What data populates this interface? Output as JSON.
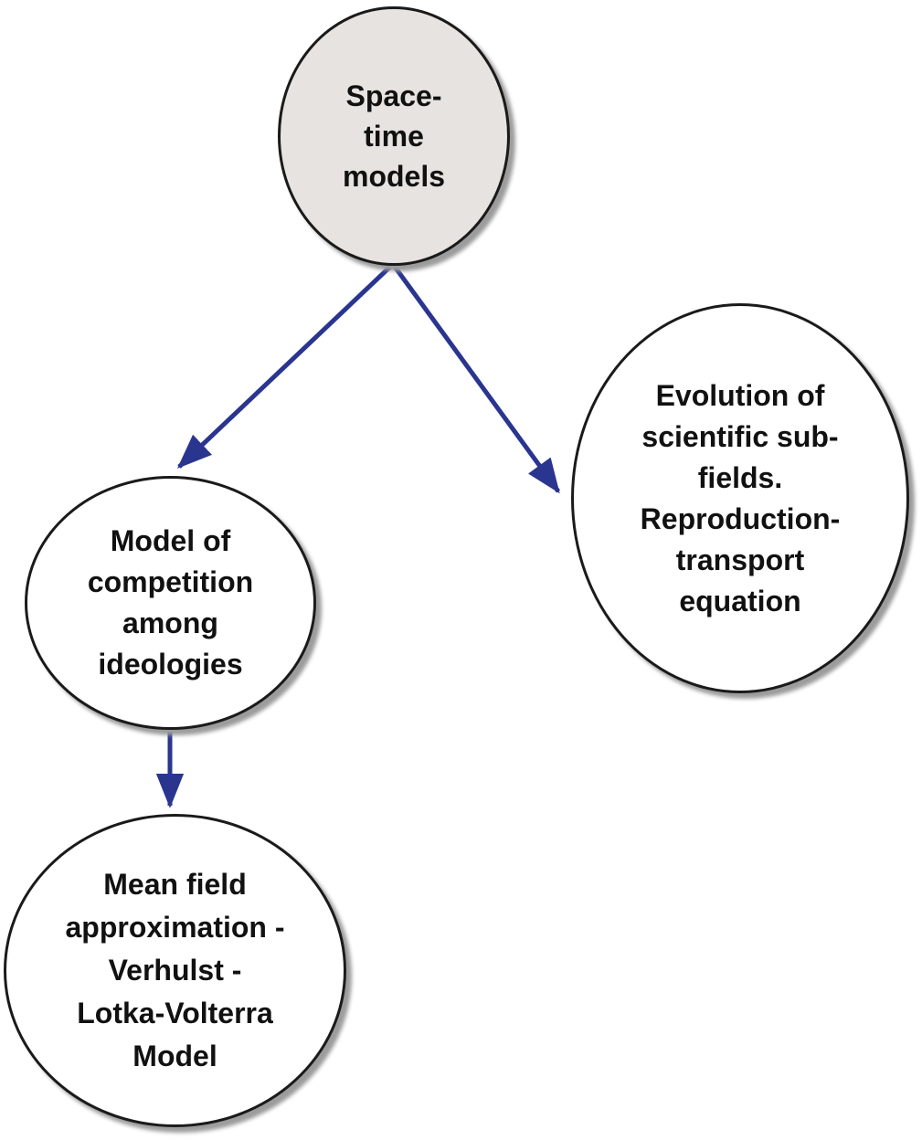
{
  "diagram": {
    "type": "concept-map",
    "nodes": {
      "space_time": {
        "id": "space-time-models",
        "lines": [
          "Space-",
          "time",
          "models"
        ],
        "fill": "#e6e3e0",
        "shape": "ellipse"
      },
      "evolution": {
        "id": "evolution-of-scientific-subfields",
        "lines": [
          "Evolution of",
          "scientific sub-",
          "fields.",
          "Reproduction-",
          "transport",
          "equation"
        ],
        "fill": "#ffffff",
        "shape": "ellipse"
      },
      "competition": {
        "id": "model-of-competition-among-ideologies",
        "lines": [
          "Model of",
          "competition",
          "among",
          "ideologies"
        ],
        "fill": "#ffffff",
        "shape": "ellipse"
      },
      "mean_field": {
        "id": "mean-field-approximation",
        "lines": [
          "Mean field",
          "approximation -",
          "Verhulst -",
          "Lotka-Volterra",
          "Model"
        ],
        "fill": "#ffffff",
        "shape": "ellipse"
      }
    },
    "edges": [
      {
        "from": "space-time-models",
        "to": "model-of-competition-among-ideologies",
        "style": "arrow"
      },
      {
        "from": "space-time-models",
        "to": "evolution-of-scientific-subfields",
        "style": "arrow"
      },
      {
        "from": "model-of-competition-among-ideologies",
        "to": "mean-field-approximation",
        "style": "arrow"
      }
    ]
  },
  "colors": {
    "background": "#ffffff",
    "node_fill": "#ffffff",
    "top_node_fill": "#e6e3e0",
    "node_border": "#1a1a1a",
    "arrow": "#2a3590",
    "shadow": "#9c9c9c",
    "text": "#111111"
  }
}
